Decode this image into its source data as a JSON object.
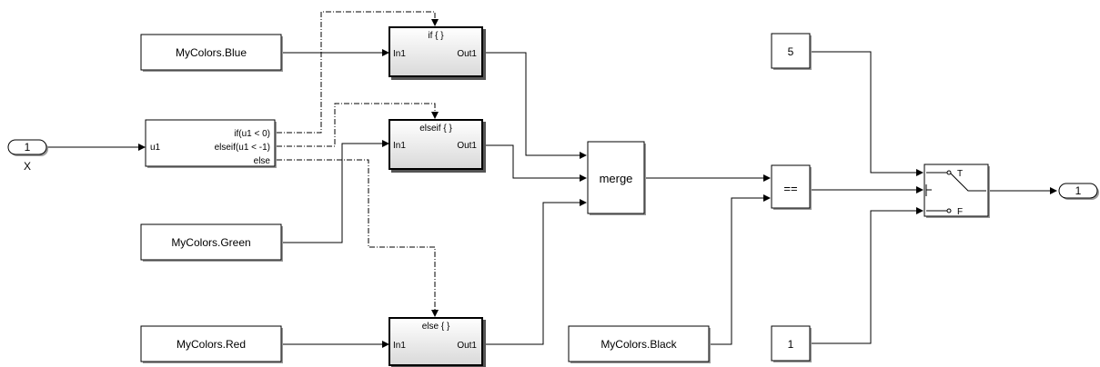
{
  "inport": {
    "number": "1",
    "label": "X"
  },
  "outport": {
    "number": "1"
  },
  "constants": {
    "blue": "MyColors.Blue",
    "green": "MyColors.Green",
    "red": "MyColors.Red",
    "black": "MyColors.Black",
    "five": "5",
    "one": "1"
  },
  "if_block": {
    "input": "u1",
    "cond1": "if(u1 < 0)",
    "cond2": "elseif(u1 < -1)",
    "cond3": "else"
  },
  "subsystems": {
    "if_title": "if { }",
    "elseif_title": "elseif { }",
    "else_title": "else { }",
    "in_port": "In1",
    "out_port": "Out1"
  },
  "merge": {
    "label": "merge"
  },
  "relational": {
    "label": "=="
  },
  "switch": {
    "true_label": "T",
    "false_label": "F"
  }
}
